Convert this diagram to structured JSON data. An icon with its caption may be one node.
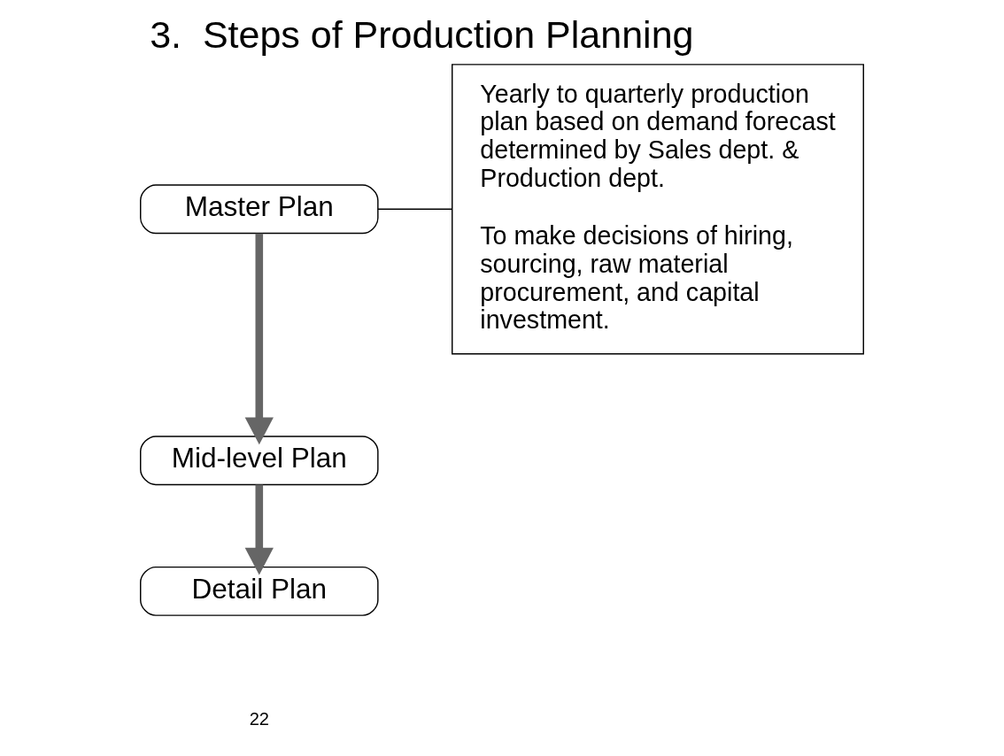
{
  "diagram": {
    "title": "3.  Steps of Production Planning",
    "nodes": [
      {
        "text": [
          "Master Plan"
        ]
      },
      {
        "text": [
          "Mid-level Plan"
        ]
      },
      {
        "text": [
          "Detail Plan"
        ]
      },
      {
        "text": [
          "Yearly to quarterly production plan based on demand forecast determined by Sales dept. & Production dept.",
          "To make decisions of hiring, sourcing, raw material procurement, and capital investment."
        ]
      }
    ],
    "edges": [
      {
        "from": 0,
        "to": 1,
        "arrow": "to"
      },
      {
        "from": 1,
        "to": 2,
        "arrow": "to"
      },
      {
        "from": 3,
        "to": 0,
        "arrow": "none",
        "color": "#000000"
      }
    ],
    "labels": [
      "22"
    ]
  }
}
